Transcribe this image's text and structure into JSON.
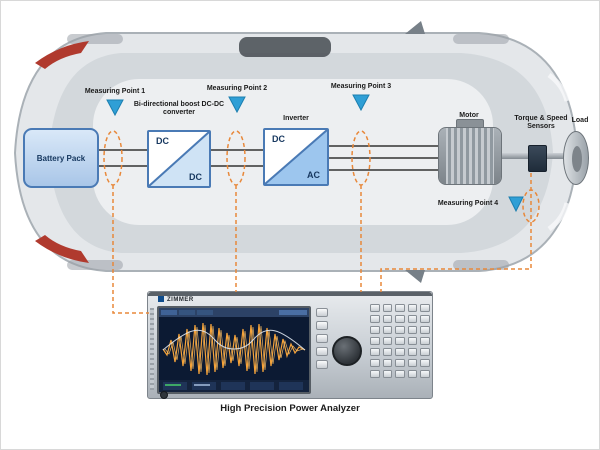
{
  "colors": {
    "accent_orange": "#e8883a",
    "point_blue": "#2f9fd6",
    "box_border": "#4a7ab5",
    "box_fill_light": "#cfe3f5",
    "battery_fill": "#a9c6e8",
    "screen_bg": "#0c1a33",
    "waveform_orange": "#f5a33a"
  },
  "measuring_points": [
    {
      "label": "Measuring Point 1"
    },
    {
      "label": "Measuring Point 2"
    },
    {
      "label": "Measuring Point 3"
    },
    {
      "label": "Measuring Point 4"
    }
  ],
  "components": {
    "battery": {
      "label": "Battery Pack"
    },
    "dcdc": {
      "label": "Bi-directional boost DC-DC converter",
      "input": "DC",
      "output": "DC"
    },
    "inverter": {
      "label": "Inverter",
      "input": "DC",
      "output": "AC"
    },
    "motor": {
      "label": "Motor"
    },
    "sensors": {
      "label": "Torque & Speed Sensors"
    },
    "load": {
      "label": "Load"
    }
  },
  "analyzer": {
    "brand": "ZIMMER",
    "caption": "High Precision Power Analyzer"
  }
}
